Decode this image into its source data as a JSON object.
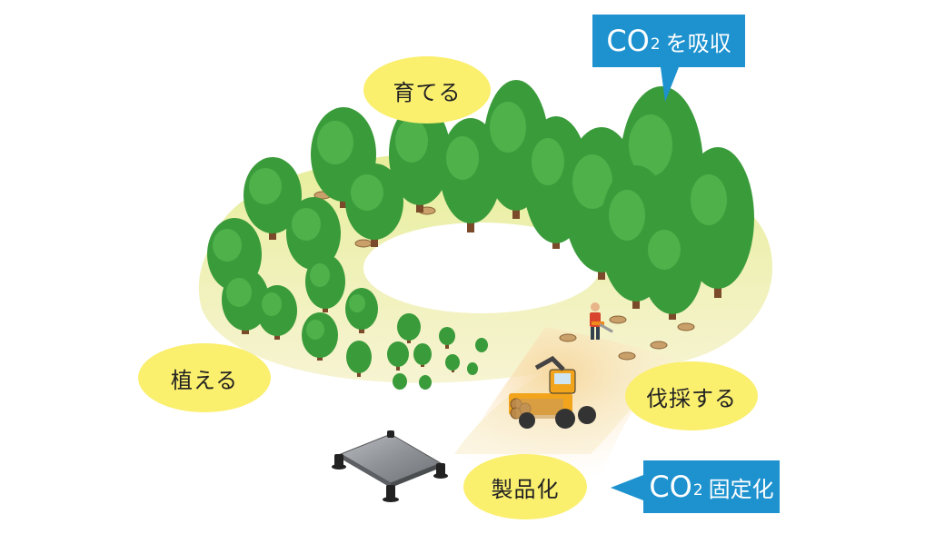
{
  "labels": {
    "grow": "育てる",
    "plant": "植える",
    "harvest": "伐採する",
    "product": "製品化"
  },
  "callouts": {
    "absorb": {
      "co": "CO",
      "sub": "2",
      "rest": "を吸収"
    },
    "fixation": {
      "co": "CO",
      "sub": "2",
      "rest": "固定化"
    }
  },
  "colors": {
    "label_bg": "#fbef6e",
    "callout_bg": "#1d92cf",
    "ground": "#e9ef9c",
    "tree_leaf": "#3a9b3a",
    "trunk": "#7a4a2a"
  }
}
